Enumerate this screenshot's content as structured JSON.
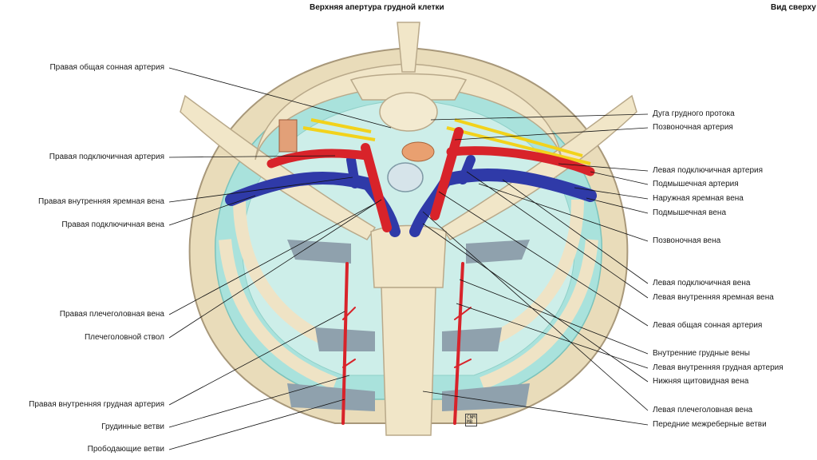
{
  "header": {
    "title": "Верхняя апертура грудной клетки",
    "view": "Вид сверху"
  },
  "labels_left": [
    "Правая общая сонная артерия",
    "Правая подключичная артерия",
    "Правая внутренняя яремная вена",
    "Правая подключичная вена",
    "Правая плечеголовная вена",
    "Плечеголовной ствол",
    "Правая внутренняя грудная артерия",
    "Грудинные ветви",
    "Прободающие ветви"
  ],
  "labels_right": [
    "Дуга грудного протока",
    "Позвоночная артерия",
    "Левая подключичная артерия",
    "Подмышечная артерия",
    "Наружная яремная вена",
    "Подмышечная вена",
    "Позвоночная вена",
    "Левая подключичная вена",
    "Левая внутренняя яремная вена",
    "Левая общая сонная артерия",
    "Внутренние грудные вены",
    "Левая внутренняя грудная артерия",
    "Нижняя щитовидная вена",
    "Левая плечеголовная вена",
    "Передние межреберные ветви"
  ],
  "stamp": "CNM\nMB",
  "colors": {
    "bone": "#f1e6c8",
    "bone_edge": "#b9a98a",
    "lung": "#a9e2dc",
    "lung_inner": "#cdeee9",
    "artery": "#d8232a",
    "vein": "#2f3aa8",
    "nerve": "#f2d21b",
    "cartilage": "#8fa1ad"
  }
}
